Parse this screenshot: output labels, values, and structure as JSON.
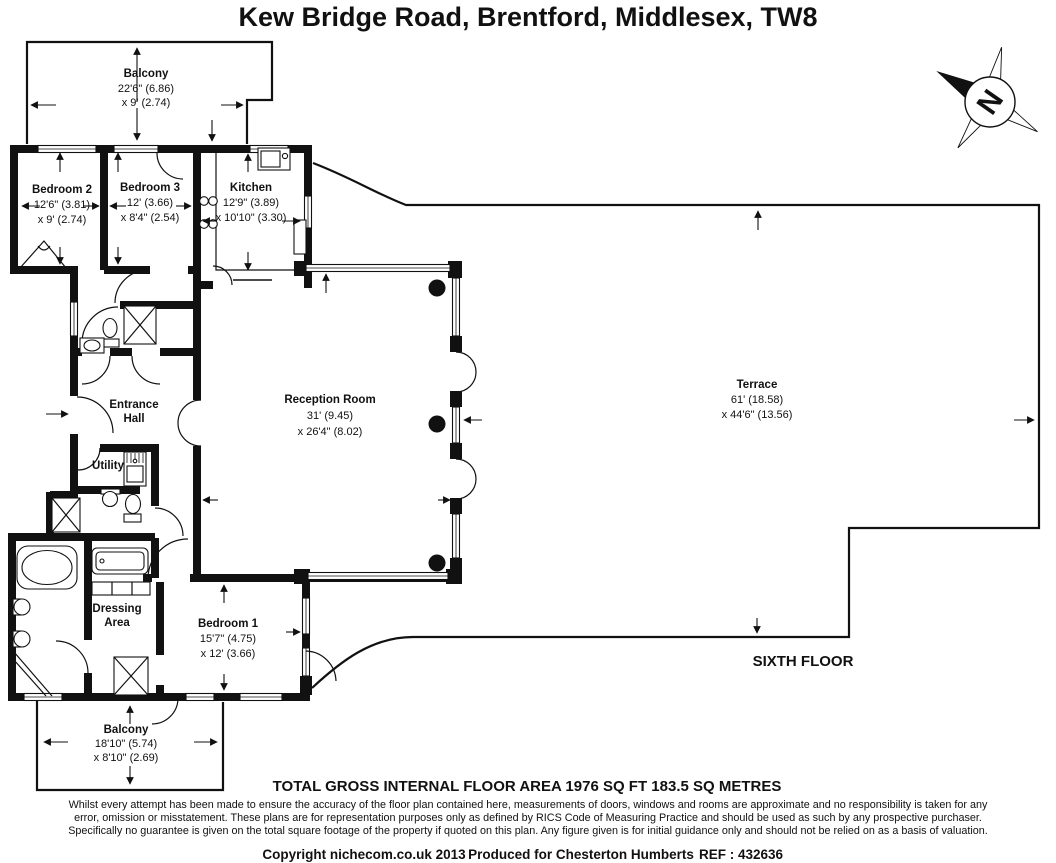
{
  "title": "Kew Bridge Road, Brentford, Middlesex, TW8",
  "compass_letter": "N",
  "floor_label": "SIXTH FLOOR",
  "rooms": {
    "balcony_top": {
      "name": "Balcony",
      "dim1": "22'6\" (6.86)",
      "dim2": "x 9' (2.74)"
    },
    "bedroom2": {
      "name": "Bedroom 2",
      "dim1": "12'6\" (3.81)",
      "dim2": "x 9' (2.74)"
    },
    "bedroom3": {
      "name": "Bedroom 3",
      "dim1": "12' (3.66)",
      "dim2": "x 8'4\" (2.54)"
    },
    "kitchen": {
      "name": "Kitchen",
      "dim1": "12'9\" (3.89)",
      "dim2": "x 10'10\" (3.30)"
    },
    "reception": {
      "name": "Reception Room",
      "dim1": "31' (9.45)",
      "dim2": "x 26'4\" (8.02)"
    },
    "terrace": {
      "name": "Terrace",
      "dim1": "61' (18.58)",
      "dim2": "x 44'6\" (13.56)"
    },
    "entrance_hall": {
      "line1": "Entrance",
      "line2": "Hall"
    },
    "utility": {
      "name": "Utility"
    },
    "dressing": {
      "line1": "Dressing",
      "line2": "Area"
    },
    "bedroom1": {
      "name": "Bedroom 1",
      "dim1": "15'7\" (4.75)",
      "dim2": "x 12' (3.66)"
    },
    "balcony_bottom": {
      "name": "Balcony",
      "dim1": "18'10\" (5.74)",
      "dim2": "x 8'10\" (2.69)"
    }
  },
  "footer": {
    "total_area": "TOTAL GROSS INTERNAL FLOOR AREA 1976 SQ FT 183.5 SQ METRES",
    "disclaimer_line1": "Whilst every attempt has been made to ensure the accuracy of the floor plan contained here, measurements of doors, windows and rooms are approximate and no responsibility is taken for any",
    "disclaimer_line2": "error, omission or misstatement. These plans are for representation purposes only as defined by RICS Code of Measuring Practice and should be used as such by any prospective purchaser.",
    "disclaimer_line3": "Specifically no guarantee is given on the total square footage of the property if quoted on this plan. Any figure given is for initial guidance only and should not be relied on as a basis of valuation.",
    "copyright_left": "Copyright nichecom.co.uk 2013",
    "copyright_mid": "Produced for Chesterton Humberts",
    "copyright_right": "REF : 432636"
  }
}
